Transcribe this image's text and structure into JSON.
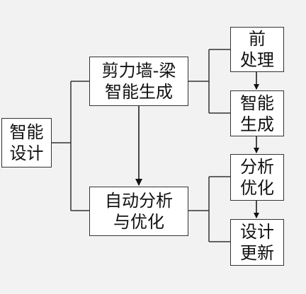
{
  "nodes": {
    "root": {
      "lines": [
        "智能",
        "设计"
      ]
    },
    "generation": {
      "lines": [
        "剪力墙-梁",
        "智能生成"
      ]
    },
    "analysis": {
      "lines": [
        "自动分析",
        "与优化"
      ]
    },
    "preprocess": {
      "lines": [
        "前",
        "处理"
      ]
    },
    "smart_gen": {
      "lines": [
        "智能",
        "生成"
      ]
    },
    "analysis_opt": {
      "lines": [
        "分析",
        "优化"
      ]
    },
    "design_update": {
      "lines": [
        "设计",
        "更新"
      ]
    }
  },
  "colors": {
    "background": "#f2f2f2",
    "box_fill": "#ffffff",
    "stroke": "#333333",
    "text": "#111111"
  }
}
